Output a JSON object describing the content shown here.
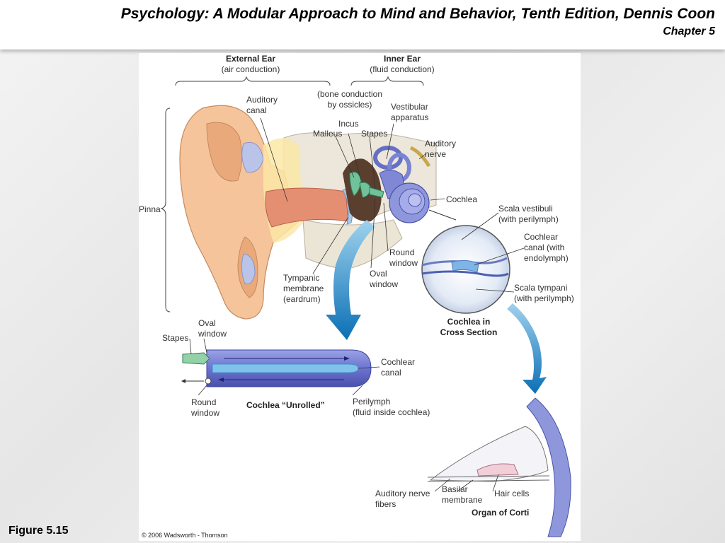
{
  "header": {
    "title": "Psychology: A Modular Approach to Mind and Behavior, Tenth Edition, Dennis Coon",
    "chapter": "Chapter 5"
  },
  "figure": {
    "label": "Figure 5.15",
    "copyright": "© 2006 Wadsworth - Thomson"
  },
  "labels": {
    "external_ear": [
      "External Ear",
      "(air conduction)"
    ],
    "inner_ear": [
      "Inner Ear",
      "(fluid conduction)"
    ],
    "bone_conduction": [
      "(bone conduction",
      "by ossicles)"
    ],
    "auditory_canal": [
      "Auditory",
      "canal"
    ],
    "vestibular": [
      "Vestibular",
      "apparatus"
    ],
    "incus": "Incus",
    "malleus": "Malleus",
    "stapes_top": "Stapes",
    "auditory_nerve": [
      "Auditory",
      "nerve"
    ],
    "cochlea": "Cochlea",
    "pinna": "Pinna",
    "scala_vestibuli": [
      "Scala vestibuli",
      "(with perilymph)"
    ],
    "cochlear_canal_cs": [
      "Cochlear",
      "canal (with",
      "endolymph)"
    ],
    "round_window_top": [
      "Round",
      "window"
    ],
    "oval_window_top": [
      "Oval",
      "window"
    ],
    "tympanic": [
      "Tympanic",
      "membrane",
      "(eardrum)"
    ],
    "scala_tympani": [
      "Scala tympani",
      "(with perilymph)"
    ],
    "cochlea_cross": [
      "Cochlea in",
      "Cross Section"
    ],
    "oval_window_bottom": [
      "Oval",
      "window"
    ],
    "stapes_bottom": "Stapes",
    "cochlear_canal_unrolled": [
      "Cochlear",
      "canal"
    ],
    "round_window_bottom": [
      "Round",
      "window"
    ],
    "cochlea_unrolled": "Cochlea “Unrolled”",
    "perilymph": [
      "Perilymph",
      "(fluid inside cochlea)"
    ],
    "auditory_nerve_fibers": [
      "Auditory nerve",
      "fibers"
    ],
    "basilar": [
      "Basilar",
      "membrane"
    ],
    "hair_cells": "Hair cells",
    "organ_of_corti": "Organ of Corti"
  }
}
